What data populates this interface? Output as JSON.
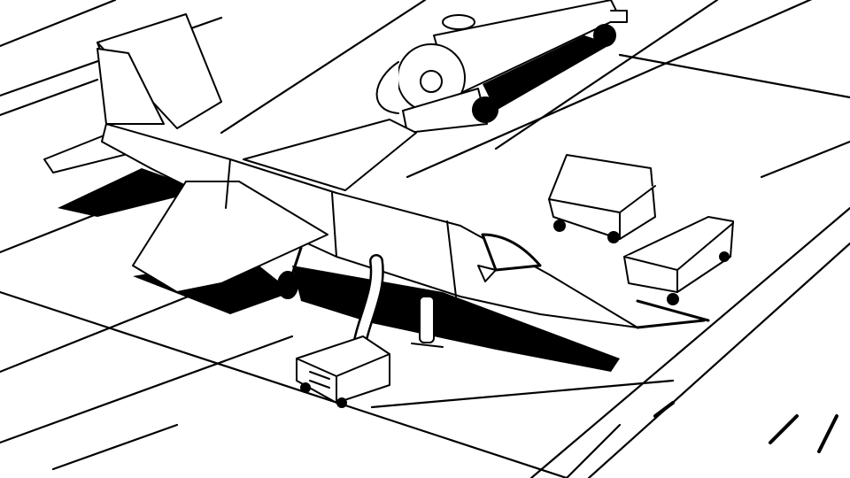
{
  "scene": {
    "style": "black ink line drawing",
    "subjects": [
      "jet-aircraft",
      "fuel-tanker-trailer",
      "ground-power-cart",
      "ground-cart-with-tow-bar",
      "air-conditioning-cart-with-hose",
      "gas-cylinder",
      "hangar-wall-block"
    ],
    "colors": {
      "ink": "#000000",
      "paper": "#ffffff"
    }
  }
}
